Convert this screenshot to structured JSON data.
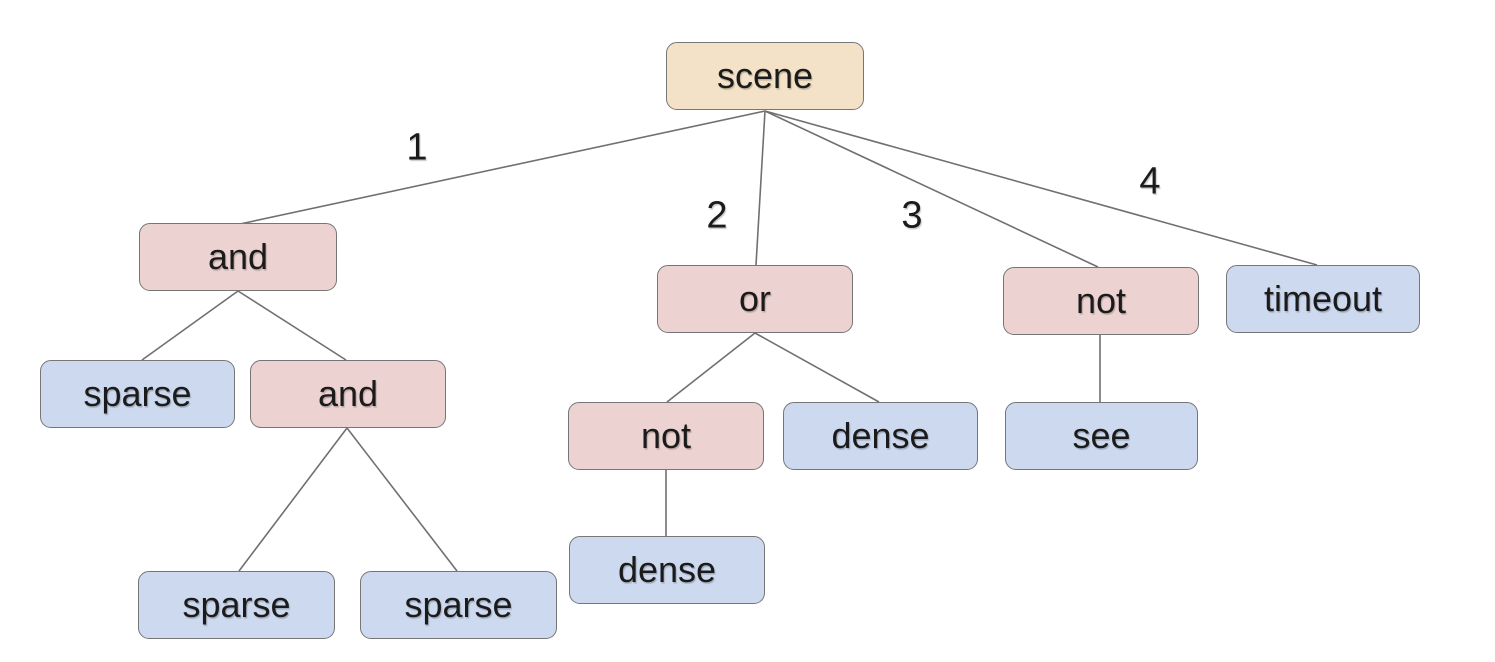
{
  "diagram": {
    "description": "behavior tree of scene conditions",
    "colors": {
      "background": "#ffffff",
      "root_fill": "#f3e2c7",
      "operator_fill": "#ecd2d0",
      "leaf_fill": "#cdd9ef",
      "node_border": "#767676",
      "edge_stroke": "#707070",
      "text": "#1b1b1b"
    },
    "nodes": [
      {
        "id": "scene",
        "label": "scene",
        "kind": "root"
      },
      {
        "id": "and-1",
        "label": "and",
        "kind": "operator"
      },
      {
        "id": "or-1",
        "label": "or",
        "kind": "operator"
      },
      {
        "id": "not-1",
        "label": "not",
        "kind": "operator"
      },
      {
        "id": "timeout-1",
        "label": "timeout",
        "kind": "leaf"
      },
      {
        "id": "sparse-1",
        "label": "sparse",
        "kind": "leaf"
      },
      {
        "id": "and-2",
        "label": "and",
        "kind": "operator"
      },
      {
        "id": "not-2",
        "label": "not",
        "kind": "operator"
      },
      {
        "id": "dense-1",
        "label": "dense",
        "kind": "leaf"
      },
      {
        "id": "see-1",
        "label": "see",
        "kind": "leaf"
      },
      {
        "id": "sparse-2",
        "label": "sparse",
        "kind": "leaf"
      },
      {
        "id": "sparse-3",
        "label": "sparse",
        "kind": "leaf"
      },
      {
        "id": "dense-2",
        "label": "dense",
        "kind": "leaf"
      }
    ],
    "edges": [
      {
        "from": "scene",
        "to": "and-1",
        "label": "1"
      },
      {
        "from": "scene",
        "to": "or-1",
        "label": "2"
      },
      {
        "from": "scene",
        "to": "not-1",
        "label": "3"
      },
      {
        "from": "scene",
        "to": "timeout-1",
        "label": "4"
      },
      {
        "from": "and-1",
        "to": "sparse-1",
        "label": ""
      },
      {
        "from": "and-1",
        "to": "and-2",
        "label": ""
      },
      {
        "from": "and-2",
        "to": "sparse-2",
        "label": ""
      },
      {
        "from": "and-2",
        "to": "sparse-3",
        "label": ""
      },
      {
        "from": "or-1",
        "to": "not-2",
        "label": ""
      },
      {
        "from": "or-1",
        "to": "dense-1",
        "label": ""
      },
      {
        "from": "not-2",
        "to": "dense-2",
        "label": ""
      },
      {
        "from": "not-1",
        "to": "see-1",
        "label": ""
      }
    ],
    "edge_labels": [
      "1",
      "2",
      "3",
      "4"
    ]
  }
}
